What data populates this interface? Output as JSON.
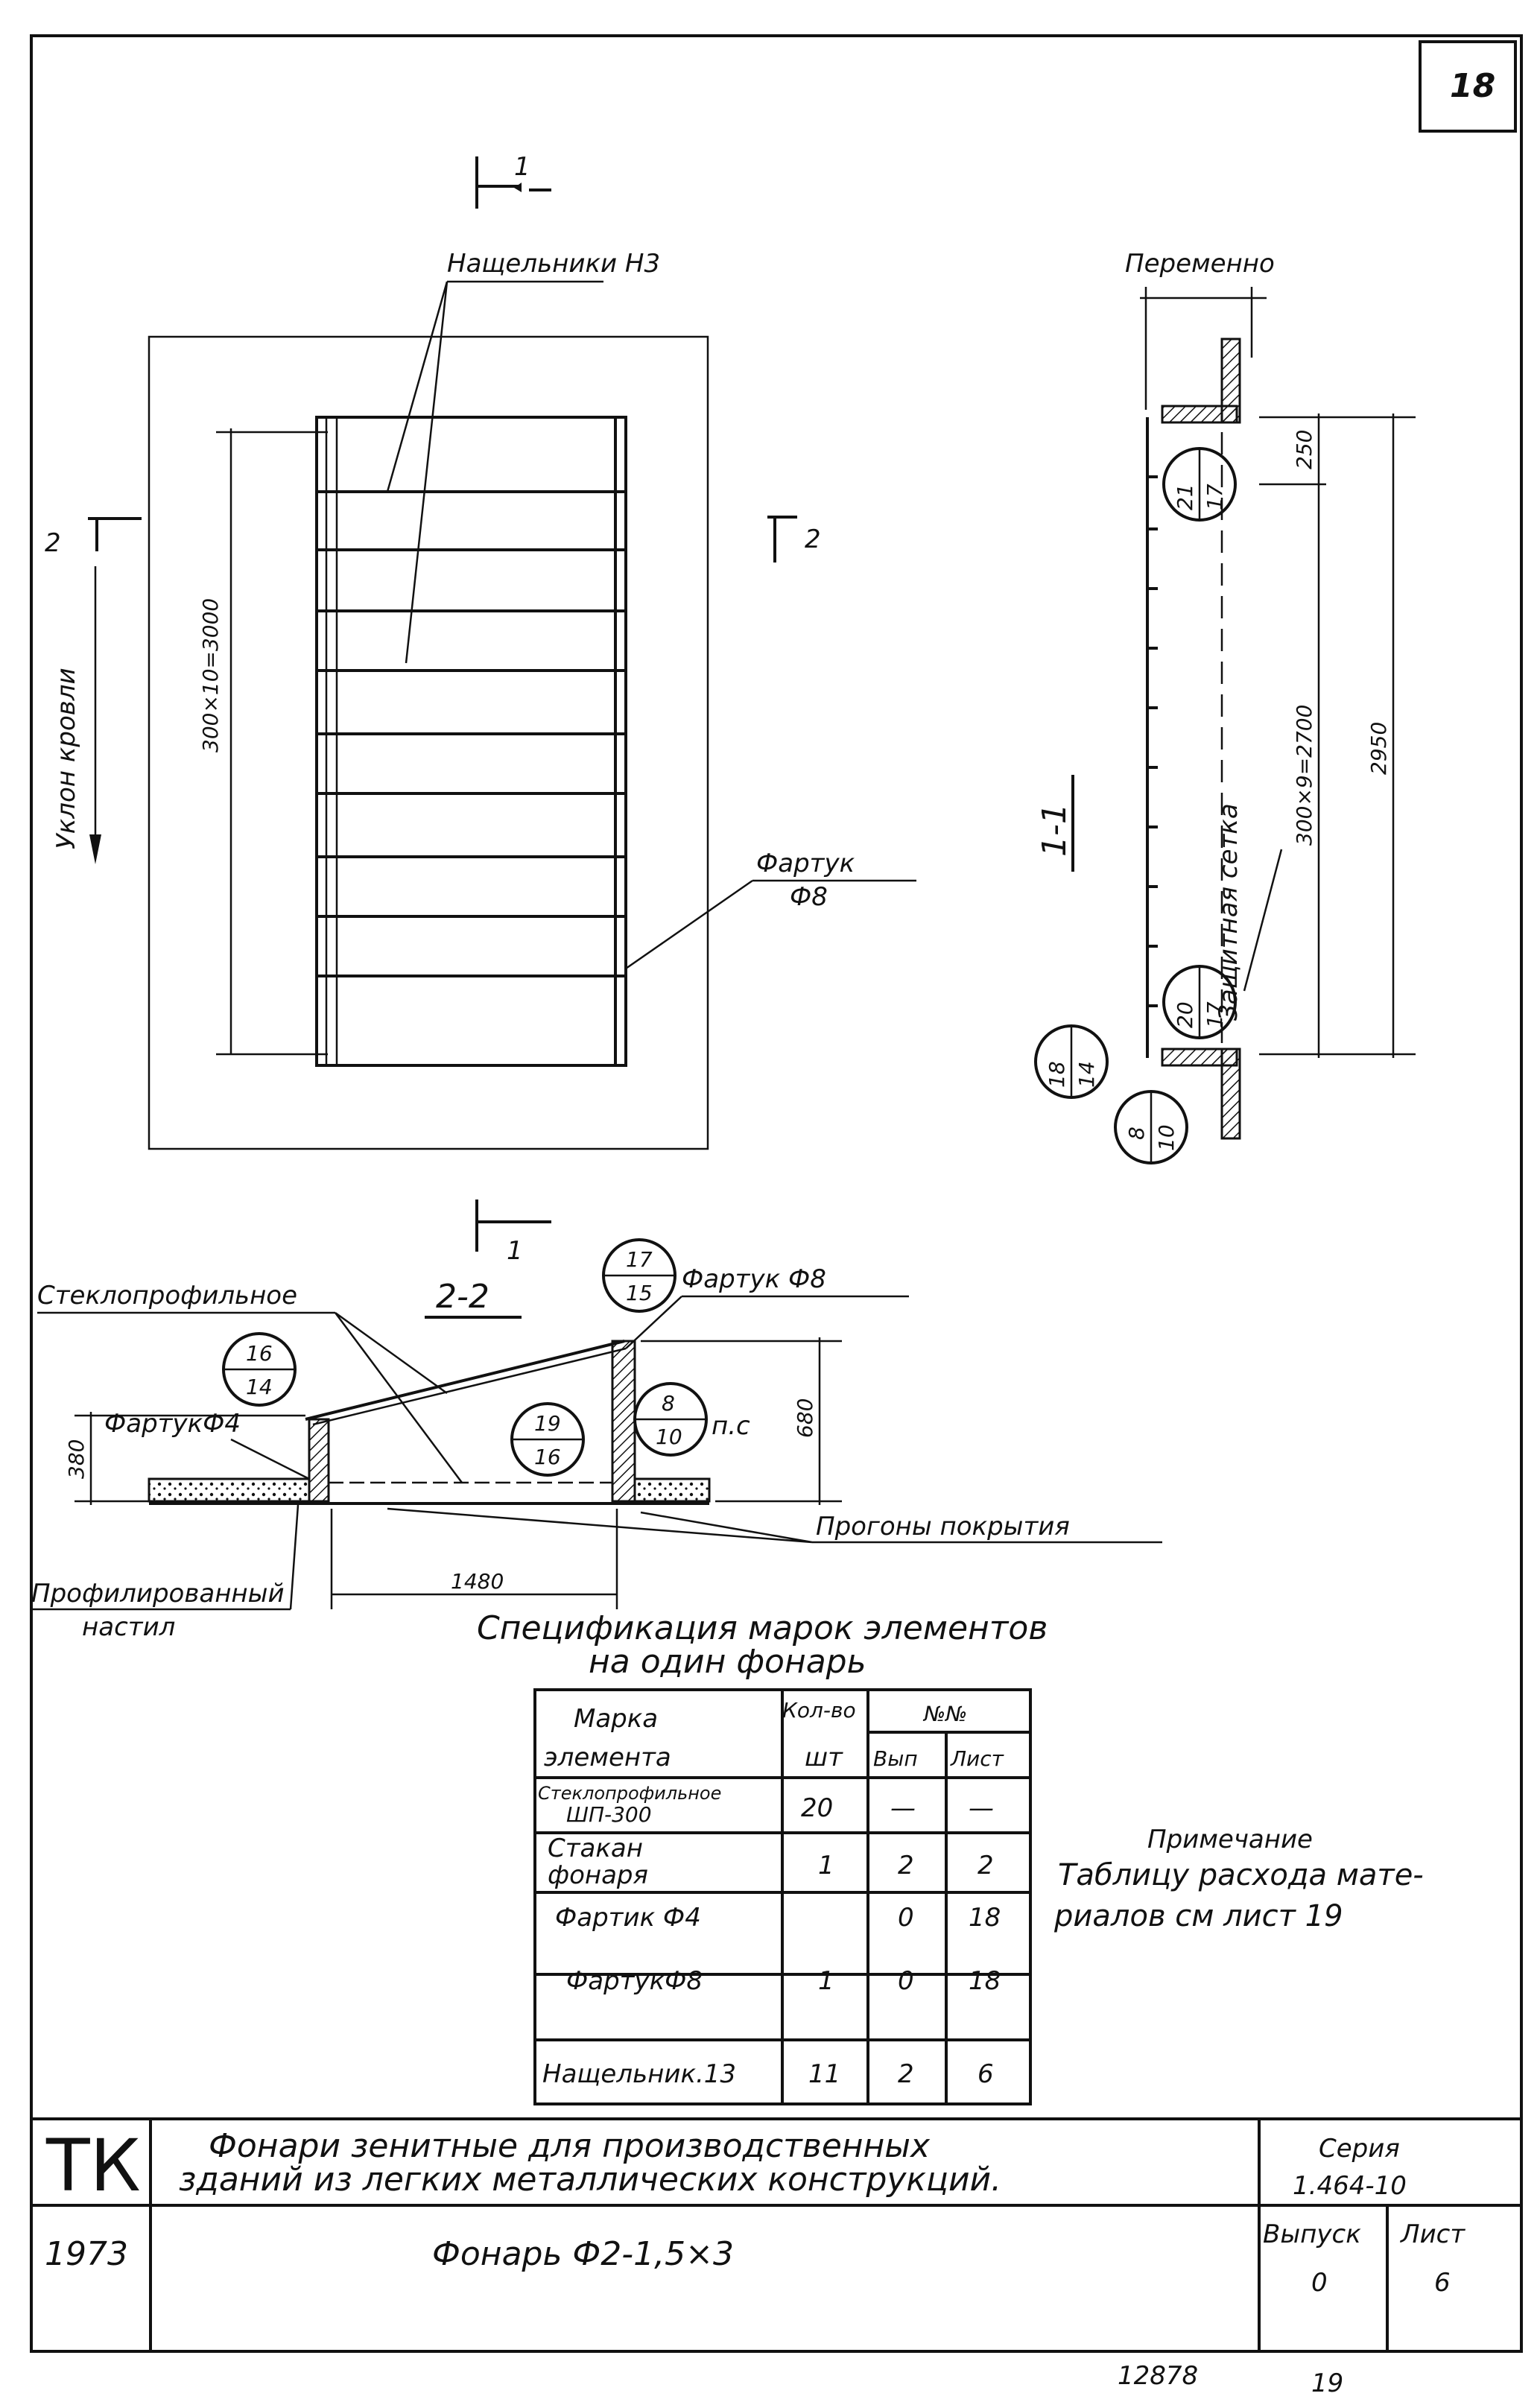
{
  "sheet_number": "18",
  "plan": {
    "section_mark_1": "1",
    "section_mark_2_left": "2",
    "section_mark_2_right": "2",
    "label_nashchelniki": "Нащельники Н3",
    "label_slope": "Уклон кровли",
    "dim_vertical": "300×10=3000",
    "label_fartuk": "Фартук",
    "label_fartuk_mark": "Ф8"
  },
  "section_1_1": {
    "title": "1-1",
    "label_top": "Переменно",
    "dim_250": "250",
    "dim_2950": "2950",
    "dim_2700": "300×9=2700",
    "label_mesh": "Защитная сетка",
    "callouts": [
      {
        "top": "21",
        "bottom": "17"
      },
      {
        "top": "20",
        "bottom": "17"
      },
      {
        "top": "18",
        "bottom": "14"
      },
      {
        "top": "8",
        "bottom": "10"
      }
    ]
  },
  "section_2_2": {
    "title": "2-2",
    "section_mark_1": "1",
    "label_glass": "Стеклопрофильное",
    "label_fartuk_f8": "Фартук Ф8",
    "label_fartuk_f4": "ФартукФ4",
    "label_purlins": "Прогоны покрытия",
    "label_deck_1": "Профилированный",
    "label_deck_2": "настил",
    "label_ps": "п.с",
    "dim_380": "380",
    "dim_680": "680",
    "dim_1480": "1480",
    "callouts": [
      {
        "top": "17",
        "bottom": "15"
      },
      {
        "top": "16",
        "bottom": "14"
      },
      {
        "top": "19",
        "bottom": "16"
      },
      {
        "top": "8",
        "bottom": "10"
      }
    ]
  },
  "spec": {
    "title_1": "Спецификация   марок элементов",
    "title_2": "на  один фонарь",
    "headers": {
      "col1_a": "Марка",
      "col1_b": "элемента",
      "col2_a": "Кол-во",
      "col2_b": "шт",
      "col3": "№№",
      "col3_a": "Вып",
      "col3_b": "Лист"
    },
    "rows": [
      {
        "mark_a": "Стеклопрофильное",
        "mark_b": "ШП-300",
        "qty": "20",
        "vyp": "—",
        "list": "—"
      },
      {
        "mark_a": "Стакан",
        "mark_b": "фонаря",
        "qty": "1",
        "vyp": "2",
        "list": "2"
      },
      {
        "mark_a": "Фартик Ф4",
        "mark_b": "",
        "qty": "",
        "vyp": "0",
        "list": "18"
      },
      {
        "mark_a": "ФартукФ8",
        "mark_b": "",
        "qty": "1",
        "vyp": "0",
        "list": "18"
      },
      {
        "mark_a": "Нащельник.13",
        "mark_b": "",
        "qty": "11",
        "vyp": "2",
        "list": "6"
      }
    ]
  },
  "note": {
    "title": "Примечание",
    "line1": "Таблицу расхода мате-",
    "line2": "риалов см лист 19"
  },
  "title_block": {
    "tk": "ТК",
    "year": "1973",
    "title_line1": "Фонари зенитные  для  производственных",
    "title_line2": "зданий из легких  металлических конструкций.",
    "drawing_name": "Фонарь Ф2-1,5×3",
    "seria_label": "Серия",
    "seria_value": "1.464-10",
    "vypusk_label": "Выпуск",
    "vypusk_value": "0",
    "list_label": "Лист",
    "list_value": "6"
  },
  "footer": {
    "inventory": "12878",
    "page": "19"
  }
}
